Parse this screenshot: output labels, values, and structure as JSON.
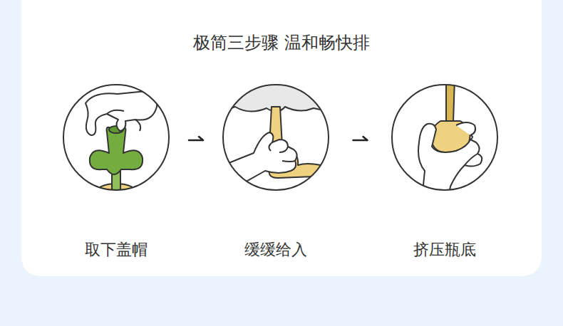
{
  "diagram": {
    "title": "极简三步骤 温和畅快排",
    "nodes": [
      {
        "text": [
          "取下盖帽"
        ]
      },
      {
        "text": [
          "缓缓给入"
        ]
      },
      {
        "text": [
          "挤压瓶底"
        ]
      }
    ],
    "edges": [
      {
        "from": 0,
        "to": 1,
        "arrow": "to"
      },
      {
        "from": 1,
        "to": 2,
        "arrow": "to"
      }
    ]
  }
}
